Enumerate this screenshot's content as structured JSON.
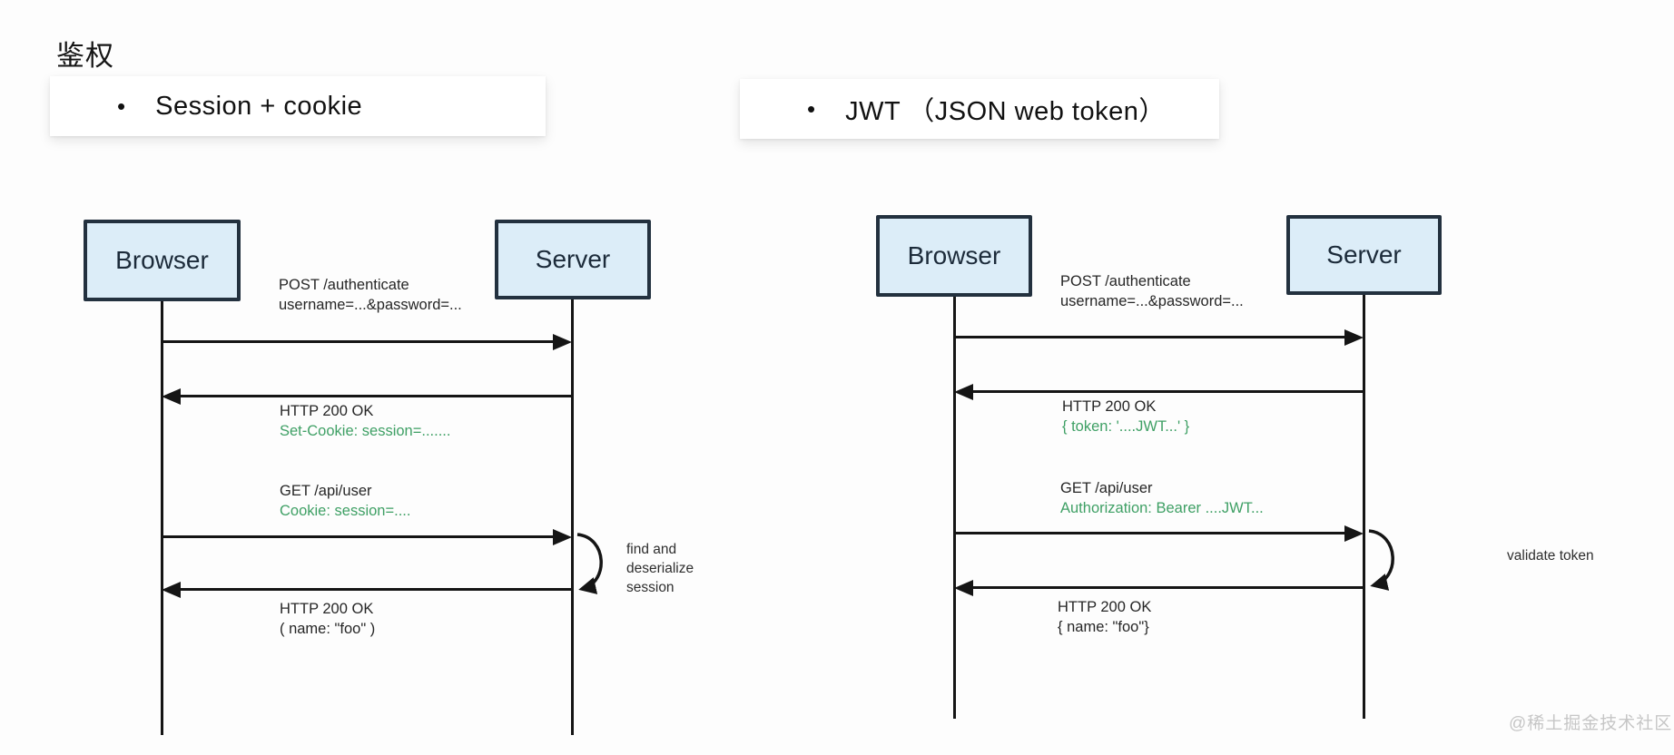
{
  "page": {
    "title": "鉴权",
    "watermark": "@稀土掘金技术社区"
  },
  "colors": {
    "green_text": "#3fa065",
    "box_fill": "#dcedf8",
    "box_border": "#23313f",
    "line": "#151515",
    "watermark": "#c6c6c6"
  },
  "cards": [
    {
      "bullet": "•",
      "label": "Session + cookie"
    },
    {
      "bullet": "•",
      "label": "JWT （JSON web token）"
    }
  ],
  "diagrams": [
    {
      "name": "session-cookie",
      "actors": [
        {
          "label": "Browser"
        },
        {
          "label": "Server"
        }
      ],
      "messages": [
        {
          "lines": [
            {
              "text": "POST /authenticate"
            },
            {
              "text": "username=...&password=..."
            }
          ]
        },
        {
          "lines": [
            {
              "text": "HTTP 200 OK"
            },
            {
              "text": "Set-Cookie: session=......."
            }
          ]
        },
        {
          "lines": [
            {
              "text": "GET /api/user"
            },
            {
              "text": "Cookie: session=...."
            }
          ]
        },
        {
          "lines": [
            {
              "text": "HTTP 200 OK"
            },
            {
              "text": "( name: \"foo\" )"
            }
          ]
        }
      ],
      "self_note": "find and deserialize session"
    },
    {
      "name": "jwt",
      "actors": [
        {
          "label": "Browser"
        },
        {
          "label": "Server"
        }
      ],
      "messages": [
        {
          "lines": [
            {
              "text": "POST /authenticate"
            },
            {
              "text": "username=...&password=..."
            }
          ]
        },
        {
          "lines": [
            {
              "text": "HTTP 200 OK"
            },
            {
              "text": "{ token: '....JWT...' }"
            }
          ]
        },
        {
          "lines": [
            {
              "text": "GET /api/user"
            },
            {
              "text": "Authorization: Bearer ....JWT..."
            }
          ]
        },
        {
          "lines": [
            {
              "text": "HTTP 200 OK"
            },
            {
              "text": "{ name: \"foo\"}"
            }
          ]
        }
      ],
      "self_note": "validate token"
    }
  ]
}
